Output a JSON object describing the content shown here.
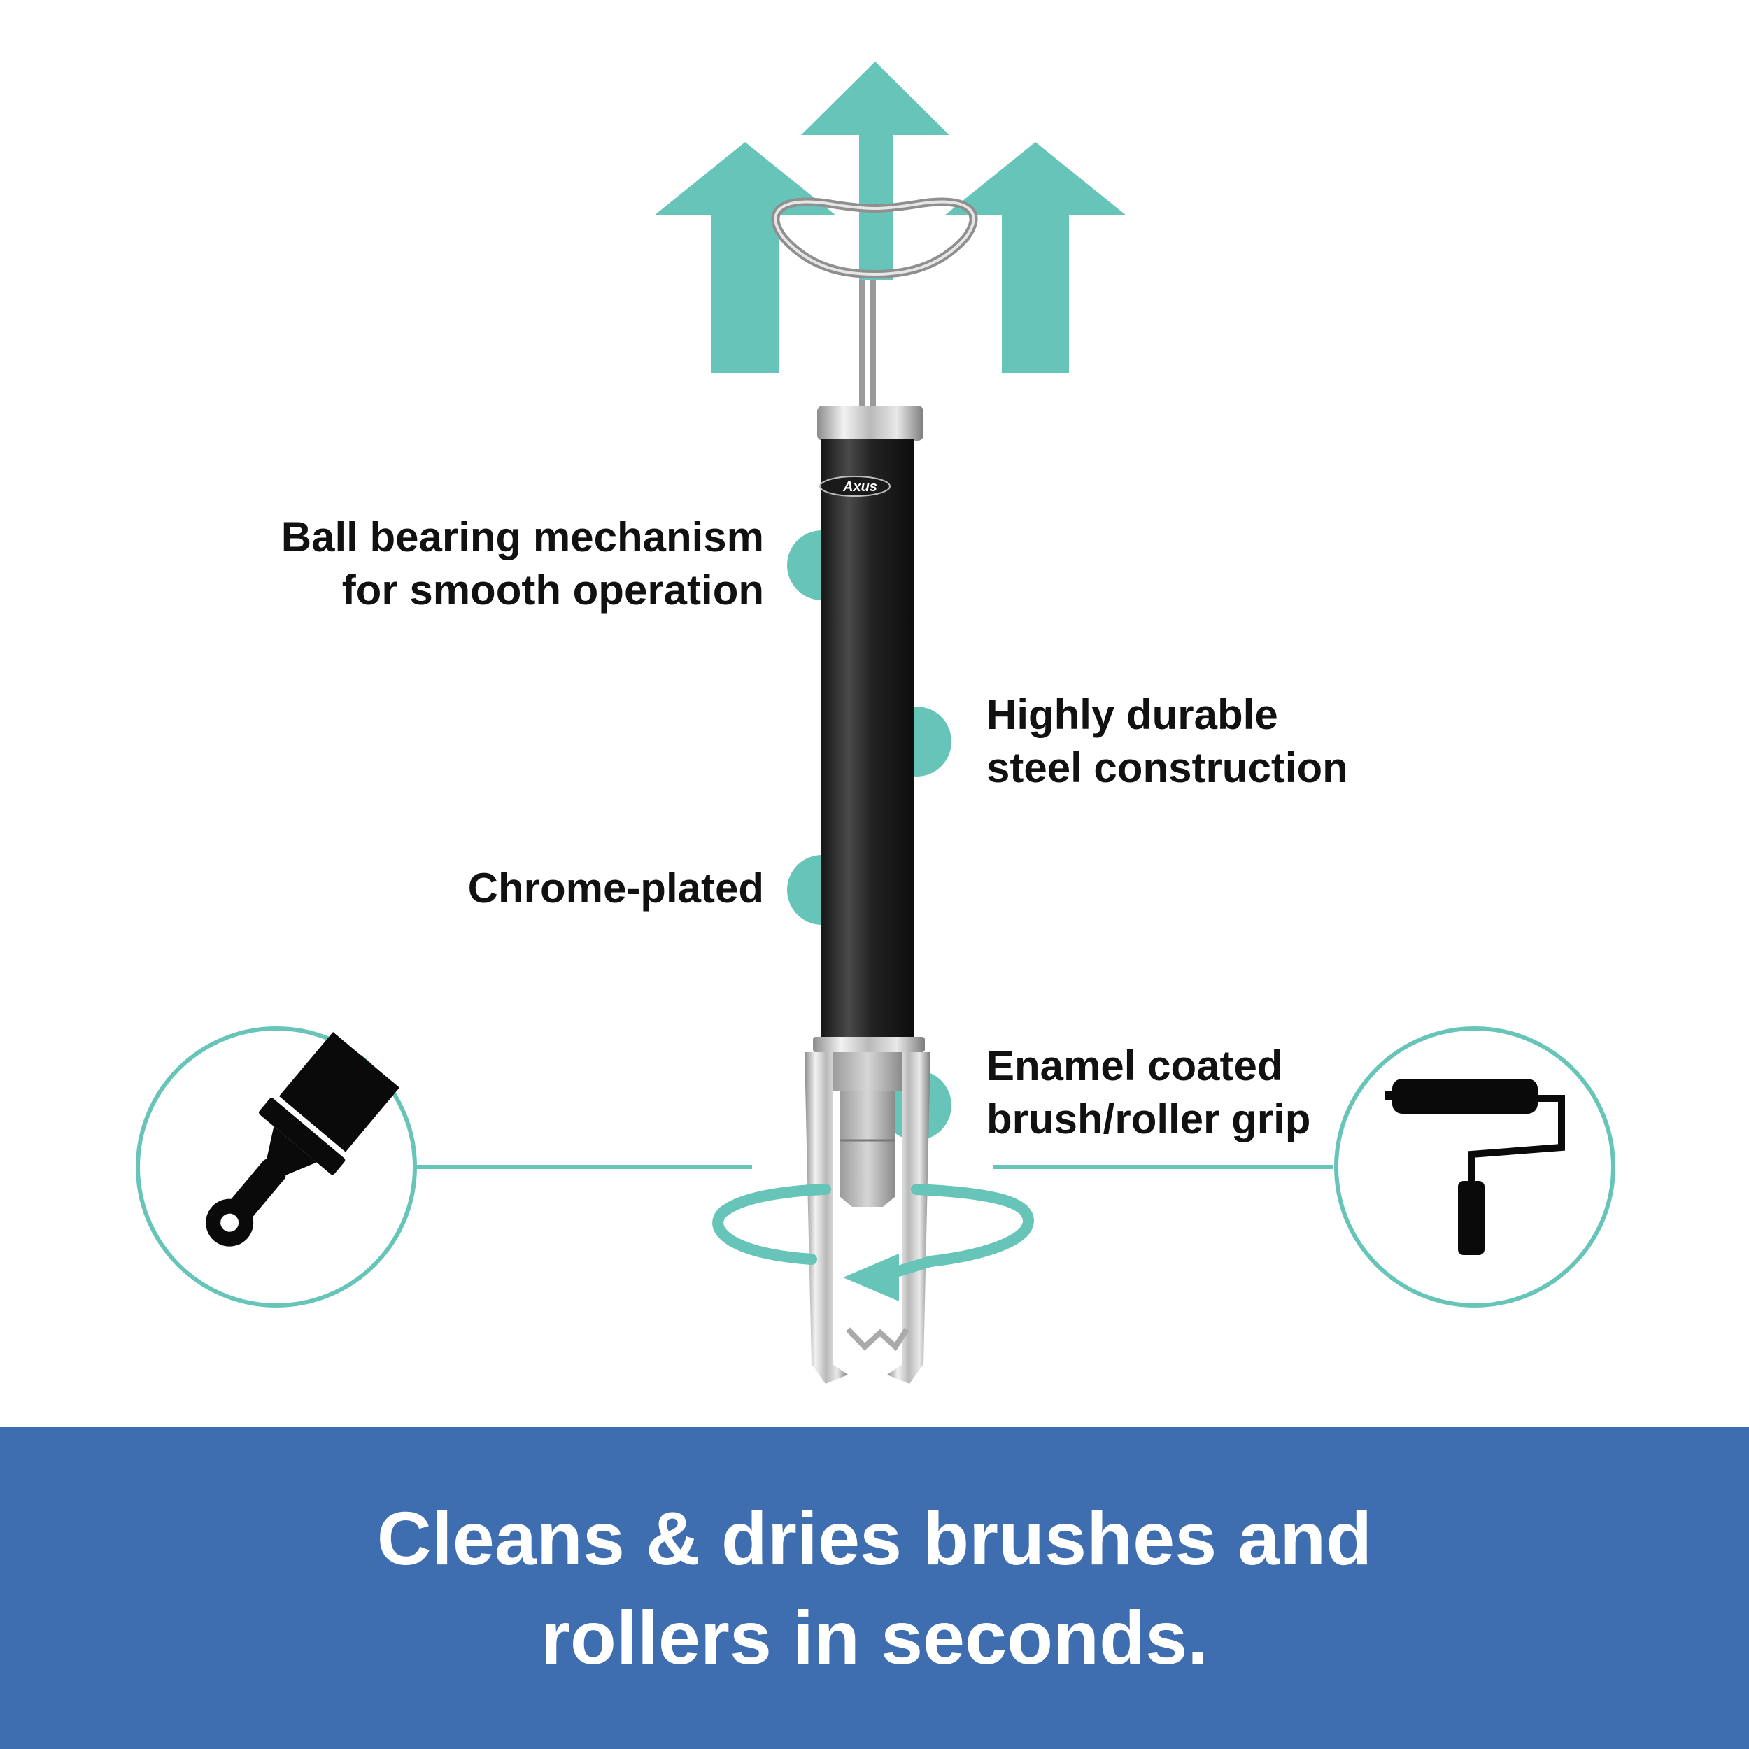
{
  "colors": {
    "accent": "#66c5b8",
    "banner": "#3e6eb0",
    "text": "#111111",
    "banner_text": "#ffffff",
    "handle": "#2a2a2a"
  },
  "product": {
    "brand": "Axus"
  },
  "icons": {
    "up_arrows": "up-arrow-icon",
    "rotation": "rotate-arrow-icon",
    "left_circle": "paintbrush-icon",
    "right_circle": "paint-roller-icon"
  },
  "features": {
    "ball_bearing": {
      "line1": "Ball bearing mechanism",
      "line2": "for smooth operation"
    },
    "durable": {
      "line1": "Highly durable",
      "line2": "steel construction"
    },
    "chrome": {
      "line1": "Chrome-plated"
    },
    "enamel": {
      "line1": "Enamel coated",
      "line2": "brush/roller grip"
    }
  },
  "banner": {
    "line1": "Cleans & dries brushes and",
    "line2": "rollers in seconds."
  }
}
